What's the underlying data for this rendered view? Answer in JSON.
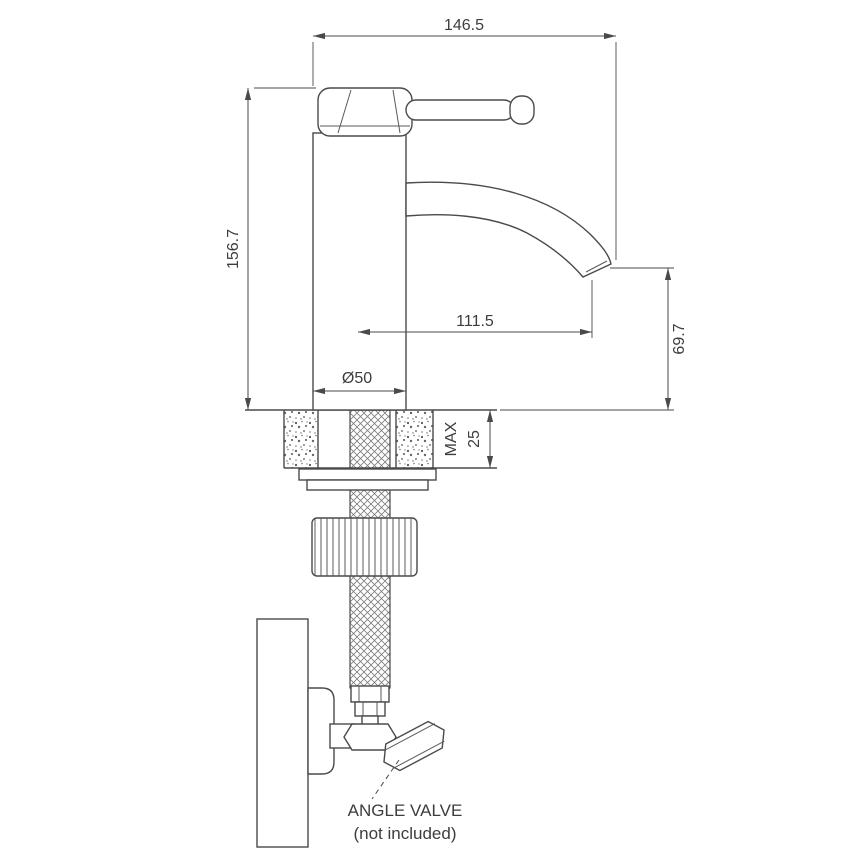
{
  "drawing": {
    "dimensions": {
      "overall_width": "146.5",
      "overall_height": "156.7",
      "spout_reach": "111.5",
      "spout_height": "69.7",
      "base_diameter": "Ø50",
      "deck_max_label": "MAX",
      "deck_max_value": "25"
    },
    "annotations": {
      "angle_valve": "ANGLE VALVE",
      "angle_valve_note": "(not included)"
    },
    "colors": {
      "line": "#4a4a4a",
      "text": "#3d3d3d",
      "background": "#ffffff"
    }
  }
}
